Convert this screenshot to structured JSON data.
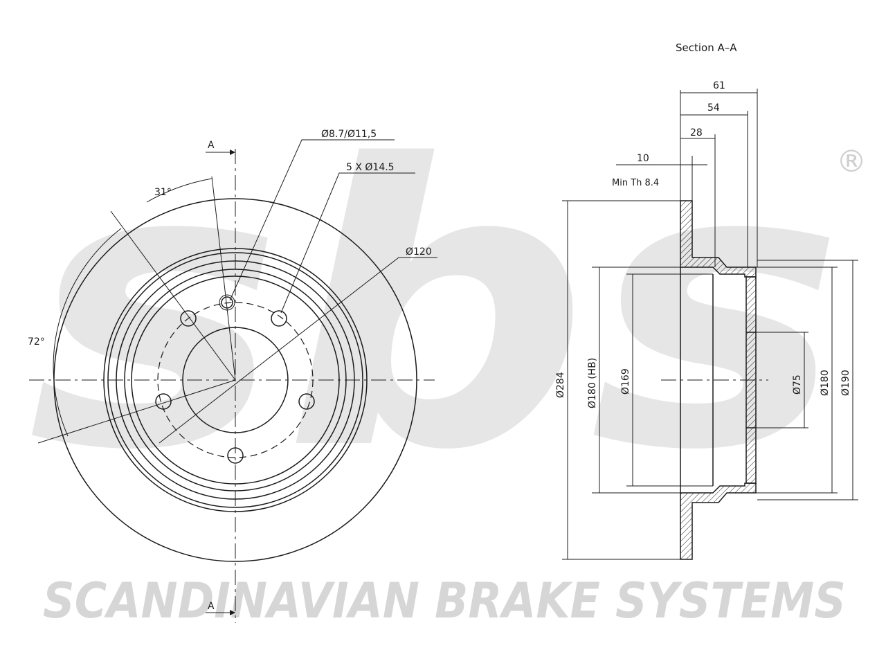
{
  "watermark": {
    "logo_text": "sbs",
    "company": "SCANDINAVIAN BRAKE SYSTEMS",
    "registered_mark": "®"
  },
  "front_view": {
    "section_marker_top": "A",
    "section_marker_bottom": "A",
    "angle_small": "31°",
    "angle_large": "72°",
    "bolt_hole_callout": "Ø8.7/Ø11,5",
    "holes_callout": "5 X Ø14.5",
    "pcd_callout": "Ø120"
  },
  "section_view": {
    "title": "Section A–A",
    "min_thickness": "Min Th 8.4",
    "dims_horizontal": {
      "overall_height": "61",
      "hat_depth": "54",
      "disc_to_face": "28",
      "thickness": "10"
    },
    "dims_vertical": {
      "outer_diameter": "Ø284",
      "hb_diameter": "Ø180 (HB)",
      "inner_diameter": "Ø169",
      "center_bore": "Ø75",
      "hat_inner": "Ø180",
      "hat_outer": "Ø190"
    }
  }
}
